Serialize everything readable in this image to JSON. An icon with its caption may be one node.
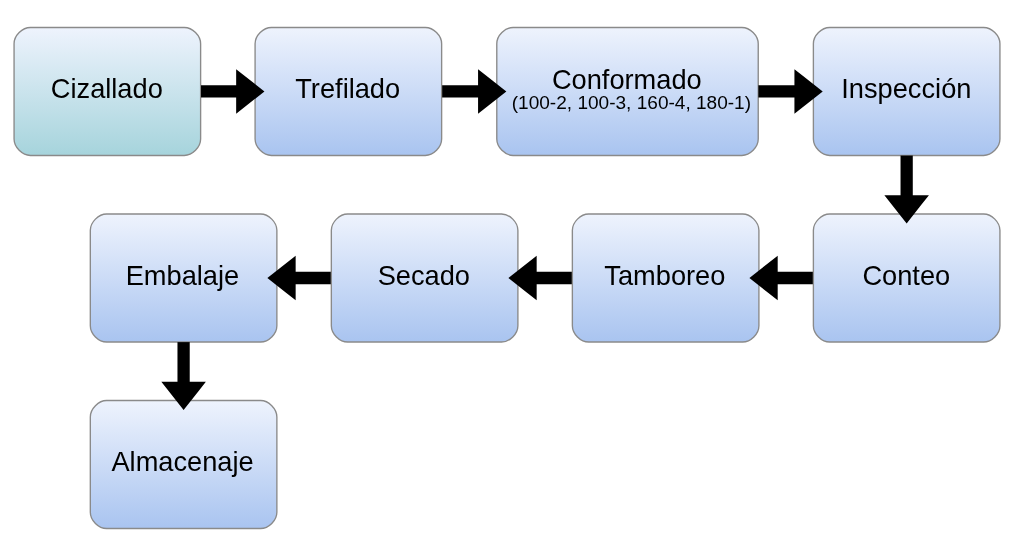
{
  "diagram": {
    "nodes": [
      {
        "text": [
          "Cizallado"
        ]
      },
      {
        "text": [
          "Trefilado"
        ]
      },
      {
        "text": [
          "Conformado",
          "(100-2, 100-3, 160-4, 180-1)"
        ]
      },
      {
        "text": [
          "Inspección"
        ]
      },
      {
        "text": [
          "Conteo"
        ]
      },
      {
        "text": [
          "Tamboreo"
        ]
      },
      {
        "text": [
          "Secado"
        ]
      },
      {
        "text": [
          "Embalaje"
        ]
      },
      {
        "text": [
          "Almacenaje"
        ]
      }
    ],
    "edges": [
      {
        "from": 0,
        "to": 1,
        "arrow": "to"
      },
      {
        "from": 1,
        "to": 2,
        "arrow": "to"
      },
      {
        "from": 2,
        "to": 3,
        "arrow": "to"
      },
      {
        "from": 3,
        "to": 4,
        "arrow": "to"
      },
      {
        "from": 4,
        "to": 5,
        "arrow": "to"
      },
      {
        "from": 5,
        "to": 6,
        "arrow": "to"
      },
      {
        "from": 6,
        "to": 7,
        "arrow": "to"
      },
      {
        "from": 7,
        "to": 8,
        "arrow": "to"
      }
    ]
  }
}
